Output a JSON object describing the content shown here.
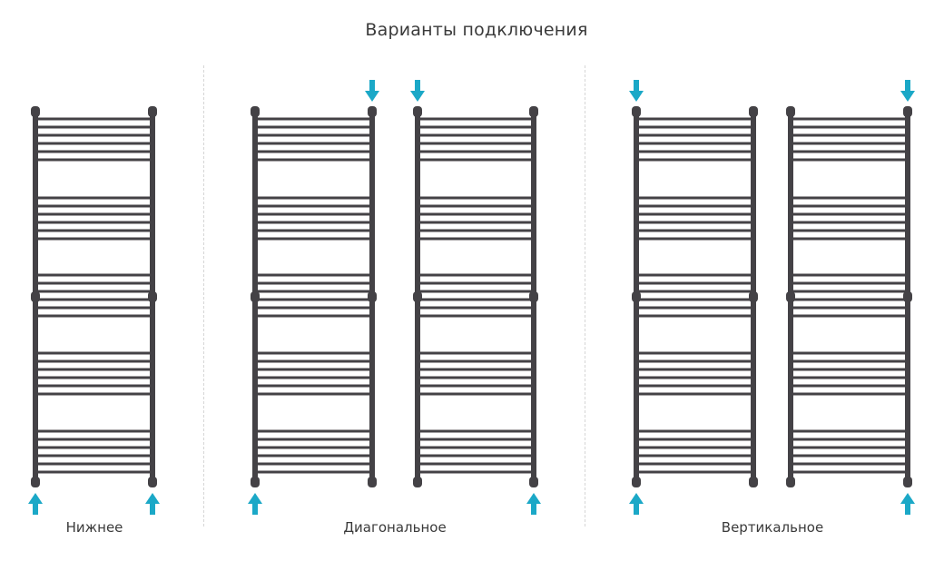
{
  "title": "Варианты подключения",
  "colors": {
    "rail": "#444246",
    "arrow": "#1ba8c7",
    "divider": "#d6d6d6",
    "text": "#3a3a3a"
  },
  "icons": {
    "inlet": "arrow-up-icon",
    "outlet": "arrow-down-icon"
  },
  "groups": [
    {
      "label": "Нижнее",
      "radiators": [
        {
          "top_arrows": [],
          "bottom_arrows": [
            "left",
            "right"
          ]
        }
      ]
    },
    {
      "label": "Диагональное",
      "radiators": [
        {
          "top_arrows": [
            "right"
          ],
          "bottom_arrows": [
            "left"
          ]
        },
        {
          "top_arrows": [
            "left"
          ],
          "bottom_arrows": [
            "right"
          ]
        }
      ]
    },
    {
      "label": "Вертикальное",
      "radiators": [
        {
          "top_arrows": [
            "left"
          ],
          "bottom_arrows": [
            "left"
          ]
        },
        {
          "top_arrows": [
            "right"
          ],
          "bottom_arrows": [
            "right"
          ]
        }
      ]
    }
  ]
}
